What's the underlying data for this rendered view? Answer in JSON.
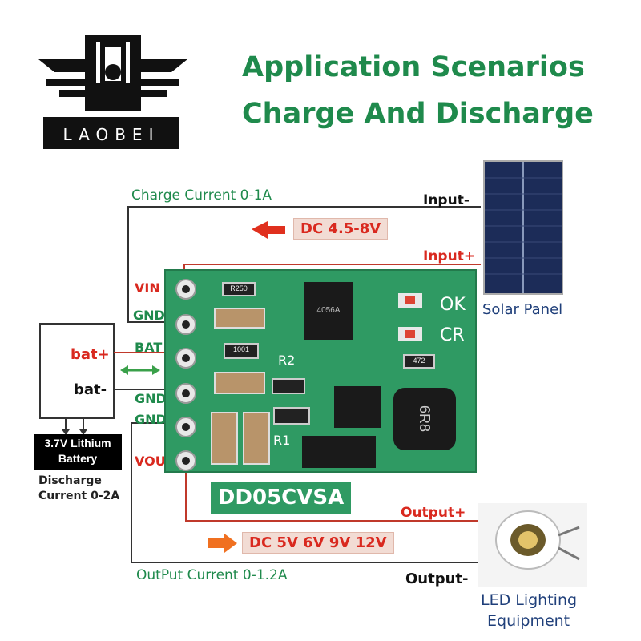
{
  "brand": {
    "name": "LAOBEI"
  },
  "title": {
    "line1": "Application Scenarios",
    "line2": "Charge And Discharge"
  },
  "charge_current": "Charge Current 0-1A",
  "input_voltage": "DC 4.5-8V",
  "input_minus": "Input-",
  "input_plus": "Input+",
  "solar_panel": "Solar Panel",
  "pins": {
    "vin": "VIN",
    "gnd1": "GND",
    "bat": "BAT",
    "gnd2": "GND",
    "gnd3": "GND",
    "vout": "VOUT"
  },
  "battery": {
    "plus": "bat+",
    "minus": "bat-",
    "label_line1": "3.7V Lithium",
    "label_line2": "Battery",
    "discharge_line1": "Discharge",
    "discharge_line2": "Current 0-2A"
  },
  "board": {
    "model": "DD05CVSA",
    "ok": "OK",
    "cr": "CR",
    "r2": "R2",
    "r1": "R1",
    "r250": "R250",
    "r001": "1001",
    "r472": "472",
    "ic": "4056A",
    "inductor": "6R8"
  },
  "output_plus": "Output+",
  "output_voltage": "DC 5V 6V 9V 12V",
  "output_minus": "Output-",
  "output_current": "OutPut Current 0-1.2A",
  "led": {
    "line1": "LED Lighting",
    "line2": "Equipment"
  },
  "colors": {
    "title_green": "#1f8a4c",
    "label_red": "#d9291f",
    "pcb_green": "#2f9a63"
  }
}
